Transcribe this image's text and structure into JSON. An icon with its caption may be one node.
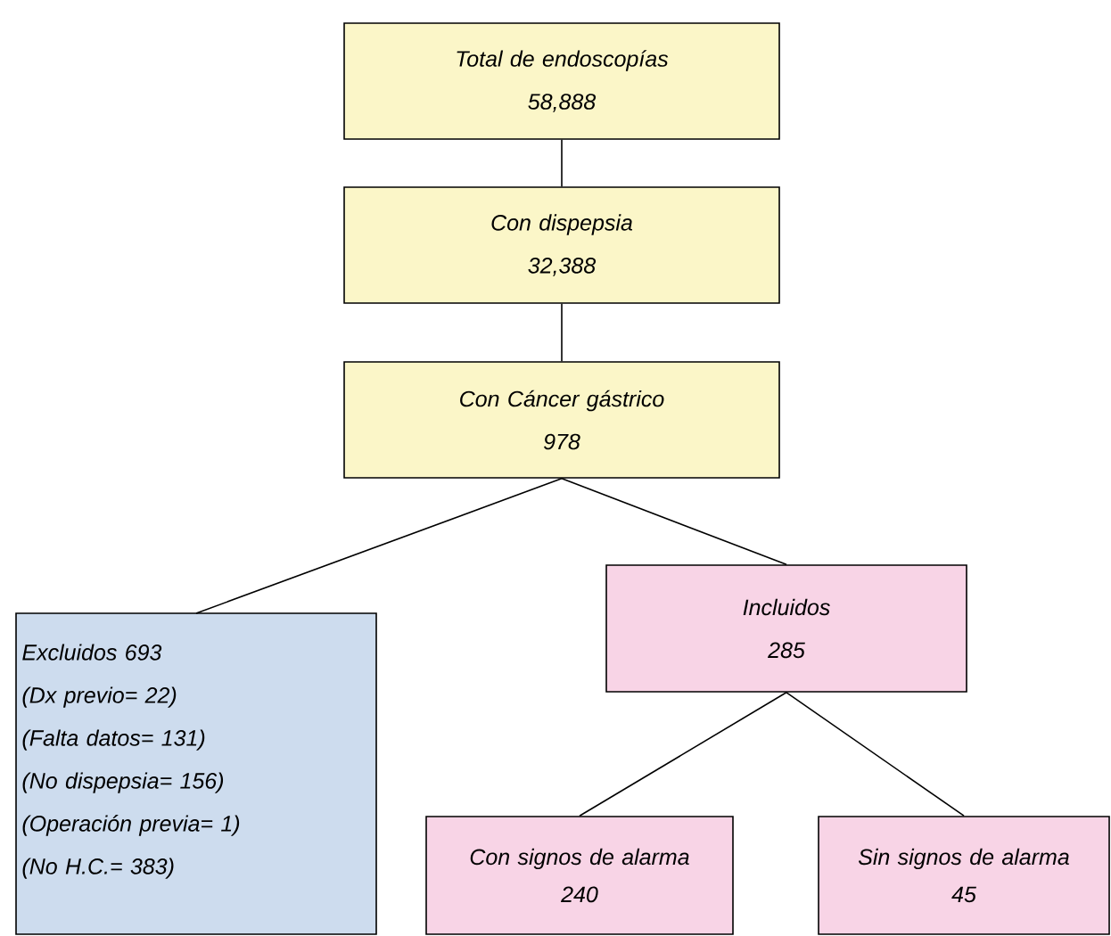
{
  "diagram": {
    "nodes": [
      {
        "text": [
          "Total de endoscopías",
          "58,888"
        ]
      },
      {
        "text": [
          "Con dispepsia",
          "32,388"
        ]
      },
      {
        "text": [
          "Con Cáncer gástrico",
          "978"
        ]
      },
      {
        "text": [
          "Excluidos  693",
          "(Dx previo= 22)",
          "(Falta datos= 131)",
          "(No dispepsia= 156)",
          "(Operación previa= 1)",
          "(No H.C.= 383)"
        ]
      },
      {
        "text": [
          "Incluidos",
          "285"
        ]
      },
      {
        "text": [
          "Con signos de alarma",
          "240"
        ]
      },
      {
        "text": [
          "Sin signos de alarma",
          "45"
        ]
      }
    ],
    "edges": [
      {
        "from": 0,
        "to": 1,
        "arrow": "none"
      },
      {
        "from": 1,
        "to": 2,
        "arrow": "none"
      },
      {
        "from": 2,
        "to": 3,
        "arrow": "none"
      },
      {
        "from": 2,
        "to": 4,
        "arrow": "none"
      },
      {
        "from": 4,
        "to": 5,
        "arrow": "none"
      },
      {
        "from": 4,
        "to": 6,
        "arrow": "none"
      }
    ]
  }
}
